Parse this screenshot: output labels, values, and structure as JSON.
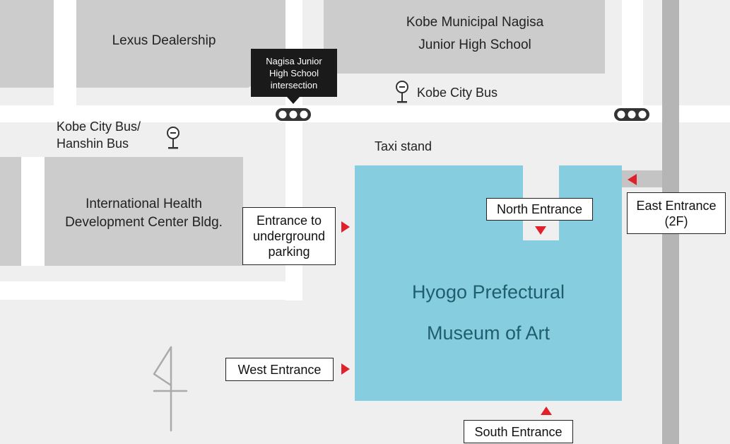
{
  "buildings": {
    "lexus": "Lexus Dealership",
    "school_line1": "Kobe Municipal Nagisa",
    "school_line2": "Junior High School",
    "health_line1": "International Health",
    "health_line2": "Development Center Bldg.",
    "museum_line1": "Hyogo Prefectural",
    "museum_line2": "Museum of Art"
  },
  "intersection": {
    "line1": "Nagisa Junior",
    "line2": "High School",
    "line3": "intersection"
  },
  "bus_stops": {
    "kobe_city_bus": "Kobe City Bus",
    "left_line1": "Kobe City Bus/",
    "left_line2": "Hanshin Bus"
  },
  "taxi_stand": "Taxi stand",
  "entrances": {
    "north": "North Entrance",
    "east_line1": "East Entrance",
    "east_line2": "(2F)",
    "west": "West Entrance",
    "south": "South Entrance",
    "parking_line1": "Entrance to",
    "parking_line2": "underground",
    "parking_line3": "parking"
  },
  "colors": {
    "background": "#efefef",
    "road": "#ffffff",
    "building": "#cccccc",
    "museum": "#86cde0",
    "museum_text": "#1f5e6e",
    "arrow": "#e0202a",
    "rail": "#b5b5b5",
    "callout": "#1a1a1a"
  },
  "icons": [
    "bus-stop-icon",
    "traffic-signal-icon",
    "entrance-arrow-icon",
    "map-symbol-icon"
  ]
}
